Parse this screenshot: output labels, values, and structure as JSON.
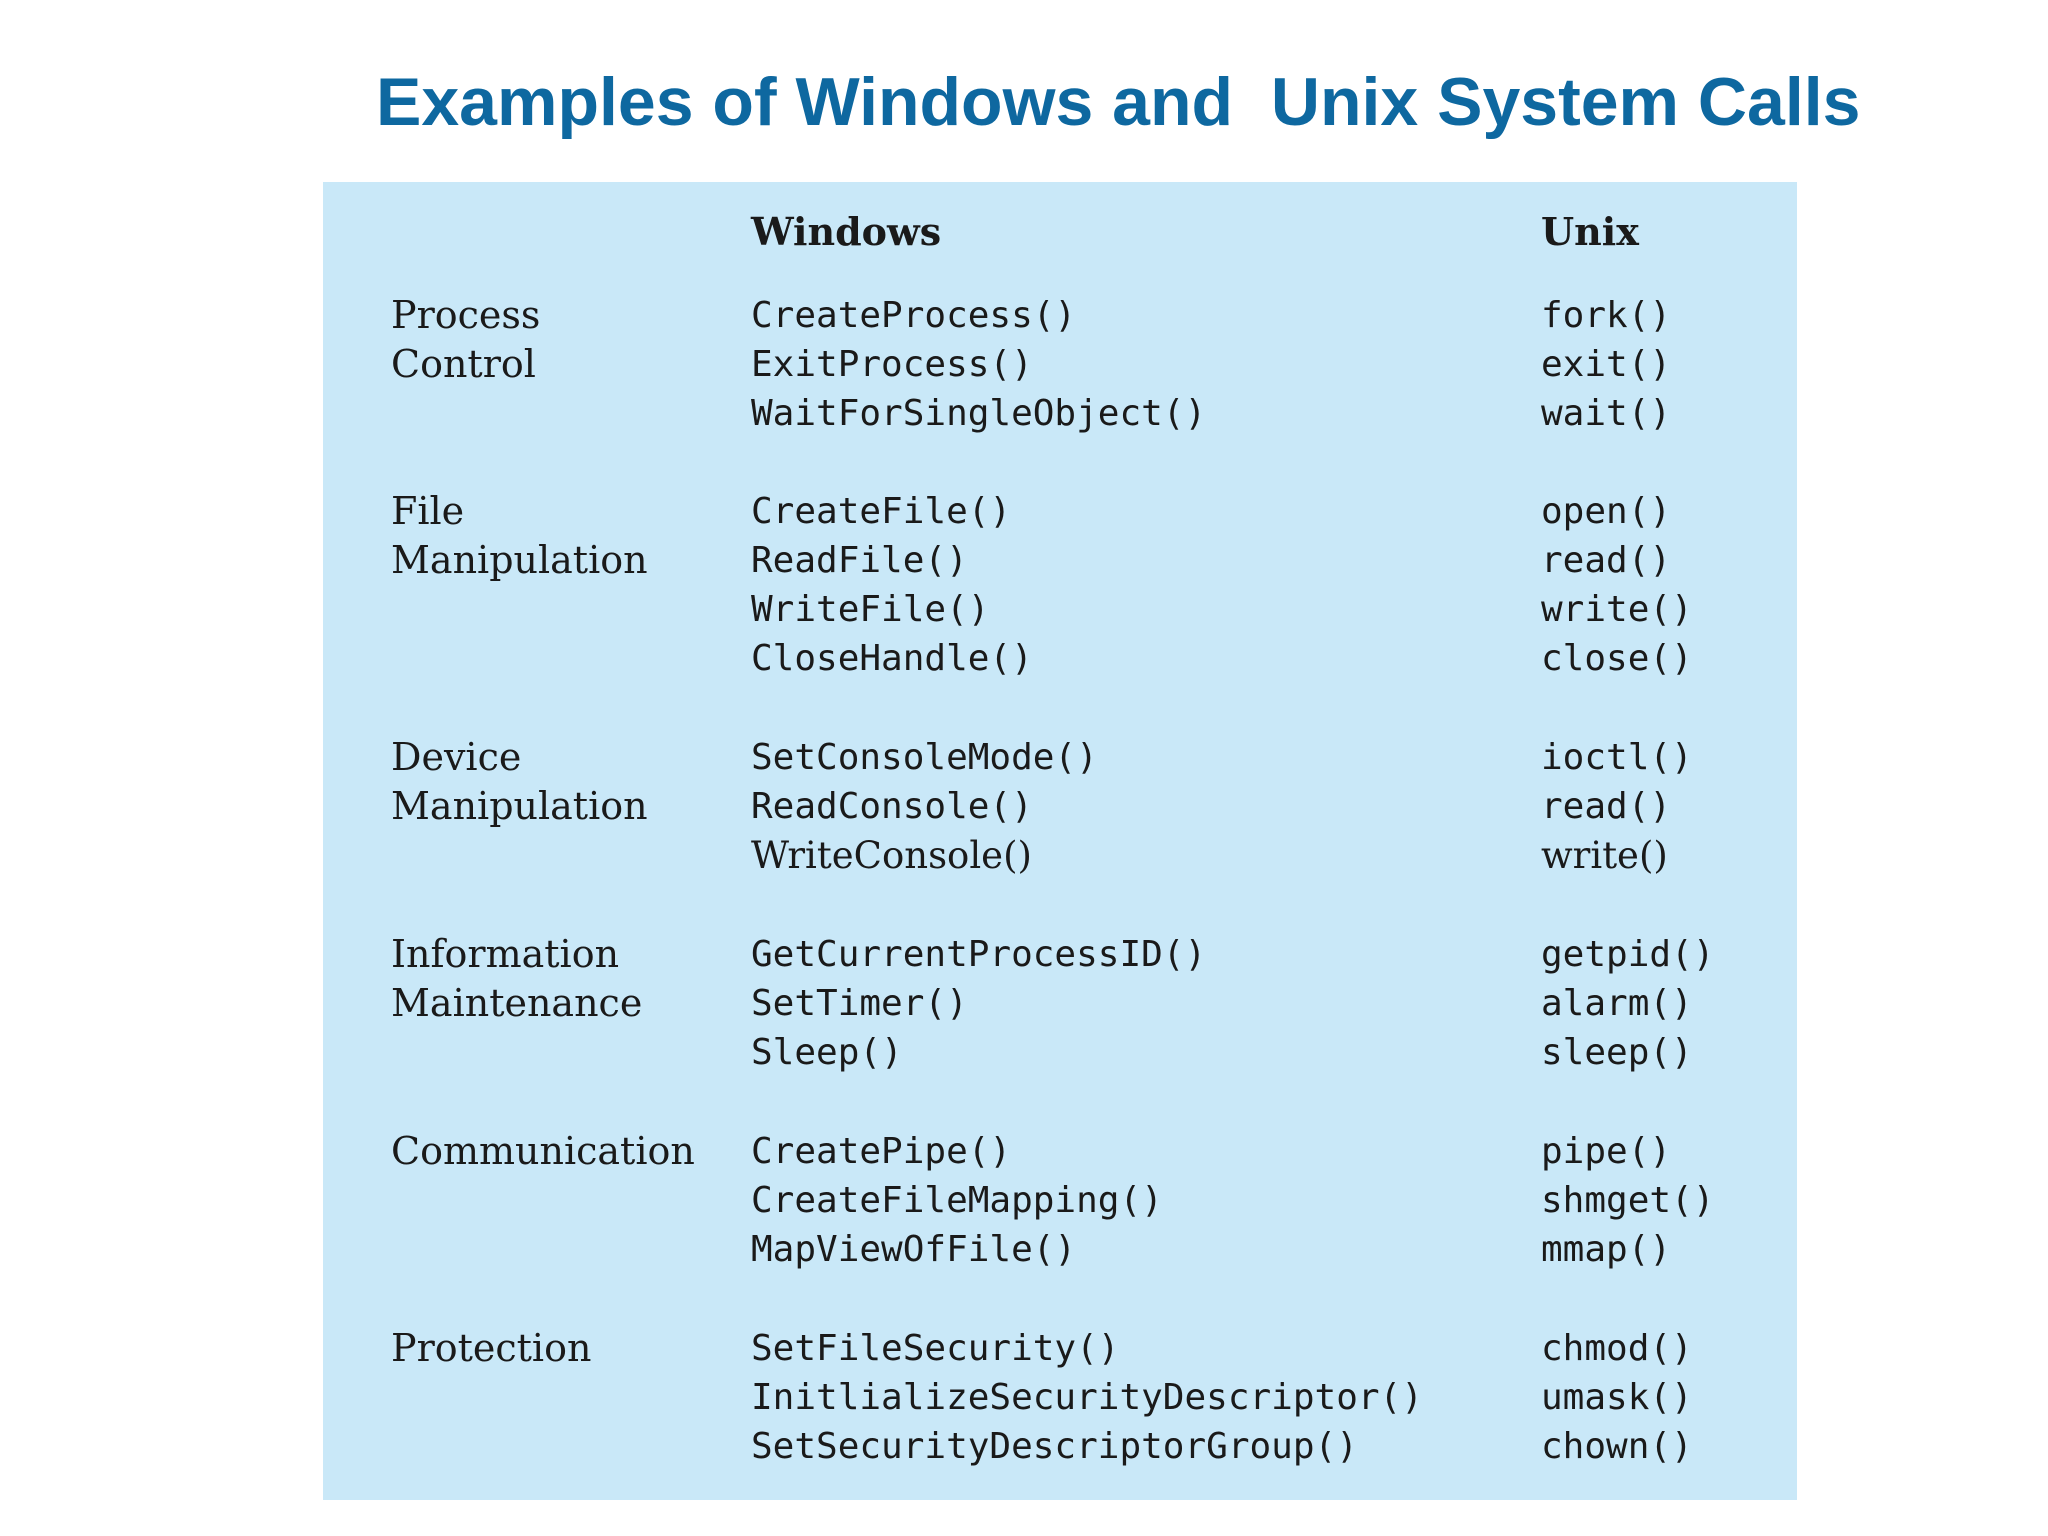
{
  "title": "Examples of Windows and  Unix System Calls",
  "table": {
    "headers": {
      "windows": "Windows",
      "unix": "Unix"
    },
    "groups": [
      {
        "label": [
          "Process",
          "Control"
        ],
        "windows": [
          "CreateProcess()",
          "ExitProcess()",
          "WaitForSingleObject()"
        ],
        "unix": [
          "fork()",
          "exit()",
          "wait()"
        ]
      },
      {
        "label": [
          "File",
          "Manipulation"
        ],
        "windows": [
          "CreateFile()",
          "ReadFile()",
          "WriteFile()",
          "CloseHandle()"
        ],
        "unix": [
          "open()",
          "read()",
          "write()",
          "close()"
        ]
      },
      {
        "label": [
          "Device",
          "Manipulation"
        ],
        "windows": [
          "SetConsoleMode()",
          "ReadConsole()",
          "WriteConsole()"
        ],
        "unix": [
          "ioctl()",
          "read()",
          "write()"
        ]
      },
      {
        "label": [
          "Information",
          "Maintenance"
        ],
        "windows": [
          "GetCurrentProcessID()",
          "SetTimer()",
          "Sleep()"
        ],
        "unix": [
          "getpid()",
          "alarm()",
          "sleep()"
        ]
      },
      {
        "label": [
          "Communication"
        ],
        "windows": [
          "CreatePipe()",
          "CreateFileMapping()",
          "MapViewOfFile()"
        ],
        "unix": [
          "pipe()",
          "shmget()",
          "mmap()"
        ]
      },
      {
        "label": [
          "Protection"
        ],
        "windows": [
          "SetFileSecurity()",
          "InitlializeSecurityDescriptor()",
          "SetSecurityDescriptorGroup()"
        ],
        "unix": [
          "chmod()",
          "umask()",
          "chown()"
        ]
      }
    ]
  },
  "colors": {
    "title": "#0e68a0",
    "panel_background": "#c9e8f8",
    "text": "#1a1a1a"
  }
}
